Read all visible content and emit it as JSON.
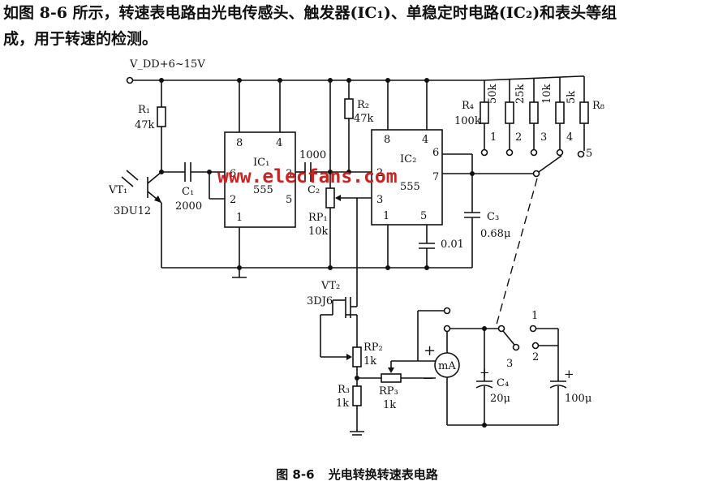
{
  "paragraph": {
    "line1": "如图 8-6 所示，转速表电路由光电传感头、触发器(IC₁)、单稳定时电路(IC₂)和表头等组",
    "line2": "成，用于转速的检测。"
  },
  "caption": {
    "figure_no": "图 8-6",
    "title": "光电转换转速表电路"
  },
  "watermark": "www.elecfans.com",
  "supply": "V_DD+6~15V",
  "components": {
    "r1": {
      "name": "R₁",
      "value": "47k"
    },
    "r2": {
      "name": "R₂",
      "value": "47k"
    },
    "r3": {
      "name": "R₃",
      "value": "1k"
    },
    "r4": {
      "name": "R₄",
      "value": "100k"
    },
    "r5_value": "50k",
    "r6_value": "25k",
    "r7_value": "10k",
    "r8_value": "5k",
    "r8_name": "R₈",
    "c1": {
      "name": "C₁",
      "value": "2000"
    },
    "c2": {
      "name": "C₂",
      "value": "1000"
    },
    "c3": {
      "name": "C₃",
      "value": "0.68μ"
    },
    "c3_small": "0.01",
    "c4": {
      "name": "C₄",
      "value": "20μ"
    },
    "c5_value": "100μ",
    "rp1": {
      "name": "RP₁",
      "value": "10k"
    },
    "rp2": {
      "name": "RP₂",
      "value": "1k"
    },
    "rp3": {
      "name": "RP₃",
      "value": "1k"
    },
    "vt1": {
      "name": "VT₁",
      "model": "3DU12"
    },
    "vt2": {
      "name": "VT₂",
      "model": "3DJ6"
    },
    "ic1": {
      "name": "IC₁",
      "chip": "555",
      "pins": [
        "8",
        "4",
        "6",
        "3",
        "2",
        "5",
        "1"
      ]
    },
    "ic2": {
      "name": "IC₂",
      "chip": "555",
      "pins": [
        "8",
        "4",
        "6",
        "2",
        "7",
        "3",
        "1",
        "5"
      ]
    },
    "meter": "mA",
    "plus": "+",
    "minus": "−"
  },
  "switch1_positions": [
    "1",
    "2",
    "3",
    "4",
    "5"
  ],
  "switch2_positions": [
    "1",
    "2",
    "3"
  ]
}
